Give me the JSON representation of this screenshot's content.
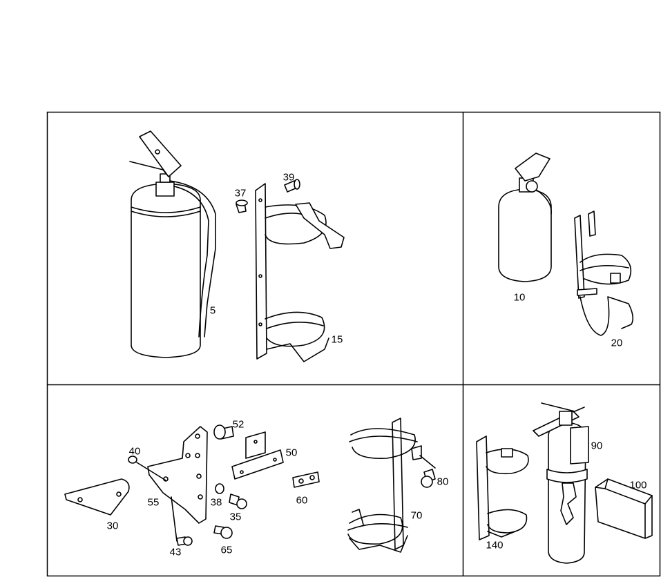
{
  "diagram": {
    "title": "",
    "panels": [
      {
        "id": "top-left",
        "parts": [
          "5",
          "15",
          "37",
          "39"
        ]
      },
      {
        "id": "top-right",
        "parts": [
          "10",
          "20"
        ]
      },
      {
        "id": "bottom-left",
        "parts": [
          "30",
          "35",
          "38",
          "40",
          "43",
          "50",
          "52",
          "55",
          "60",
          "65",
          "70",
          "80"
        ]
      },
      {
        "id": "bottom-right",
        "parts": [
          "90",
          "100",
          "140"
        ]
      }
    ],
    "labels": {
      "p5": "5",
      "p15": "15",
      "p37": "37",
      "p39": "39",
      "p10": "10",
      "p20": "20",
      "p30": "30",
      "p35": "35",
      "p38": "38",
      "p40": "40",
      "p43": "43",
      "p50": "50",
      "p52": "52",
      "p55": "55",
      "p60": "60",
      "p65": "65",
      "p70": "70",
      "p80": "80",
      "p90": "90",
      "p100": "100",
      "p140": "140"
    }
  }
}
